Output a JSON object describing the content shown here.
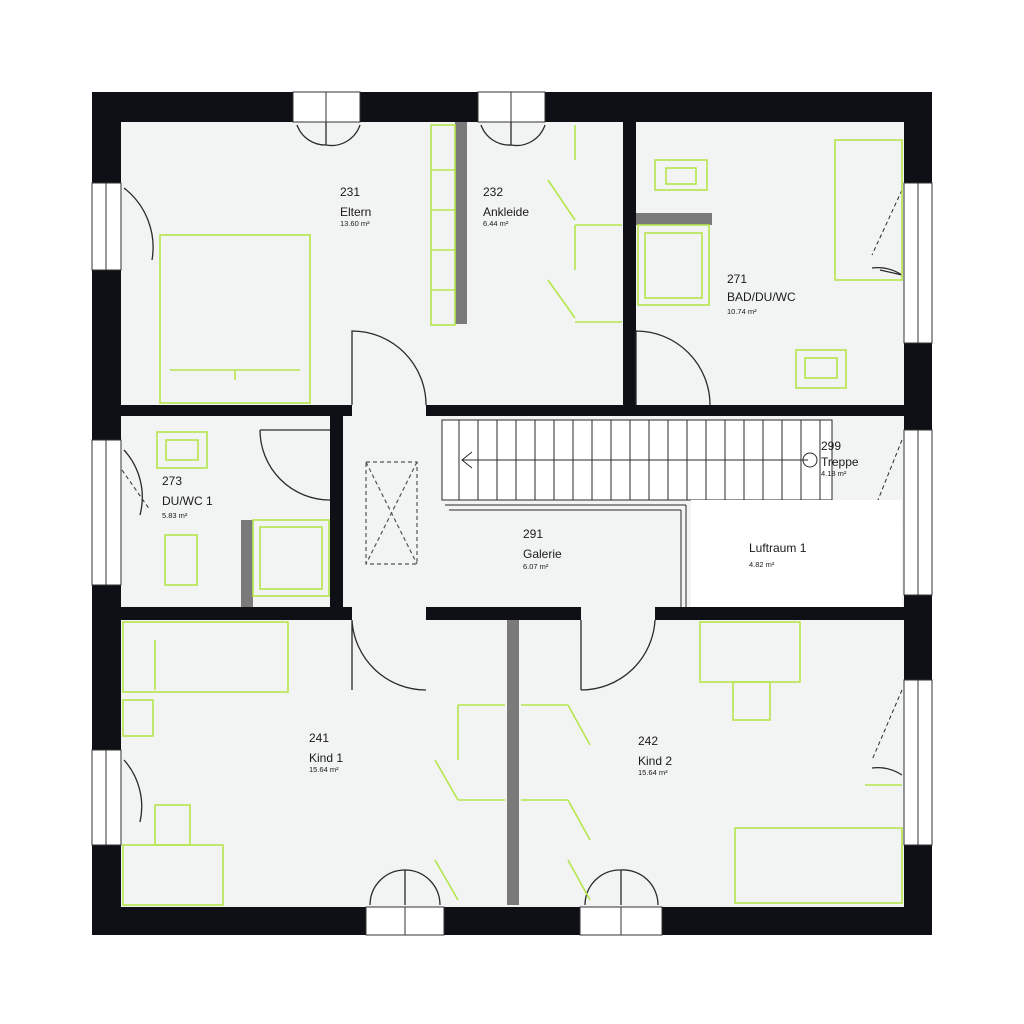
{
  "colors": {
    "wall": "#0e1016",
    "floor": "#f2f3f3",
    "furniture": "#b5e64c",
    "partition": "#7a7a7a",
    "line": "#2a2a2a"
  },
  "rooms": [
    {
      "id": "r231",
      "number": "231",
      "name": "Eltern",
      "area": "13.60 m²"
    },
    {
      "id": "r232",
      "number": "232",
      "name": "Ankleide",
      "area": "6.44 m²"
    },
    {
      "id": "r271",
      "number": "271",
      "name": "BAD/DU/WC",
      "area": "10.74 m²"
    },
    {
      "id": "r273",
      "number": "273",
      "name": "DU/WC 1",
      "area": "5.83 m²"
    },
    {
      "id": "r291",
      "number": "291",
      "name": "Galerie",
      "area": "6.07 m²"
    },
    {
      "id": "r299",
      "number": "299",
      "name": "Treppe",
      "area": "4.18 m²"
    },
    {
      "id": "rluft",
      "number": "",
      "name": "Luftraum 1",
      "area": "4.82 m²"
    },
    {
      "id": "r241",
      "number": "241",
      "name": "Kind 1",
      "area": "15.64 m²"
    },
    {
      "id": "r242",
      "number": "242",
      "name": "Kind 2",
      "area": "15.64 m²"
    }
  ]
}
